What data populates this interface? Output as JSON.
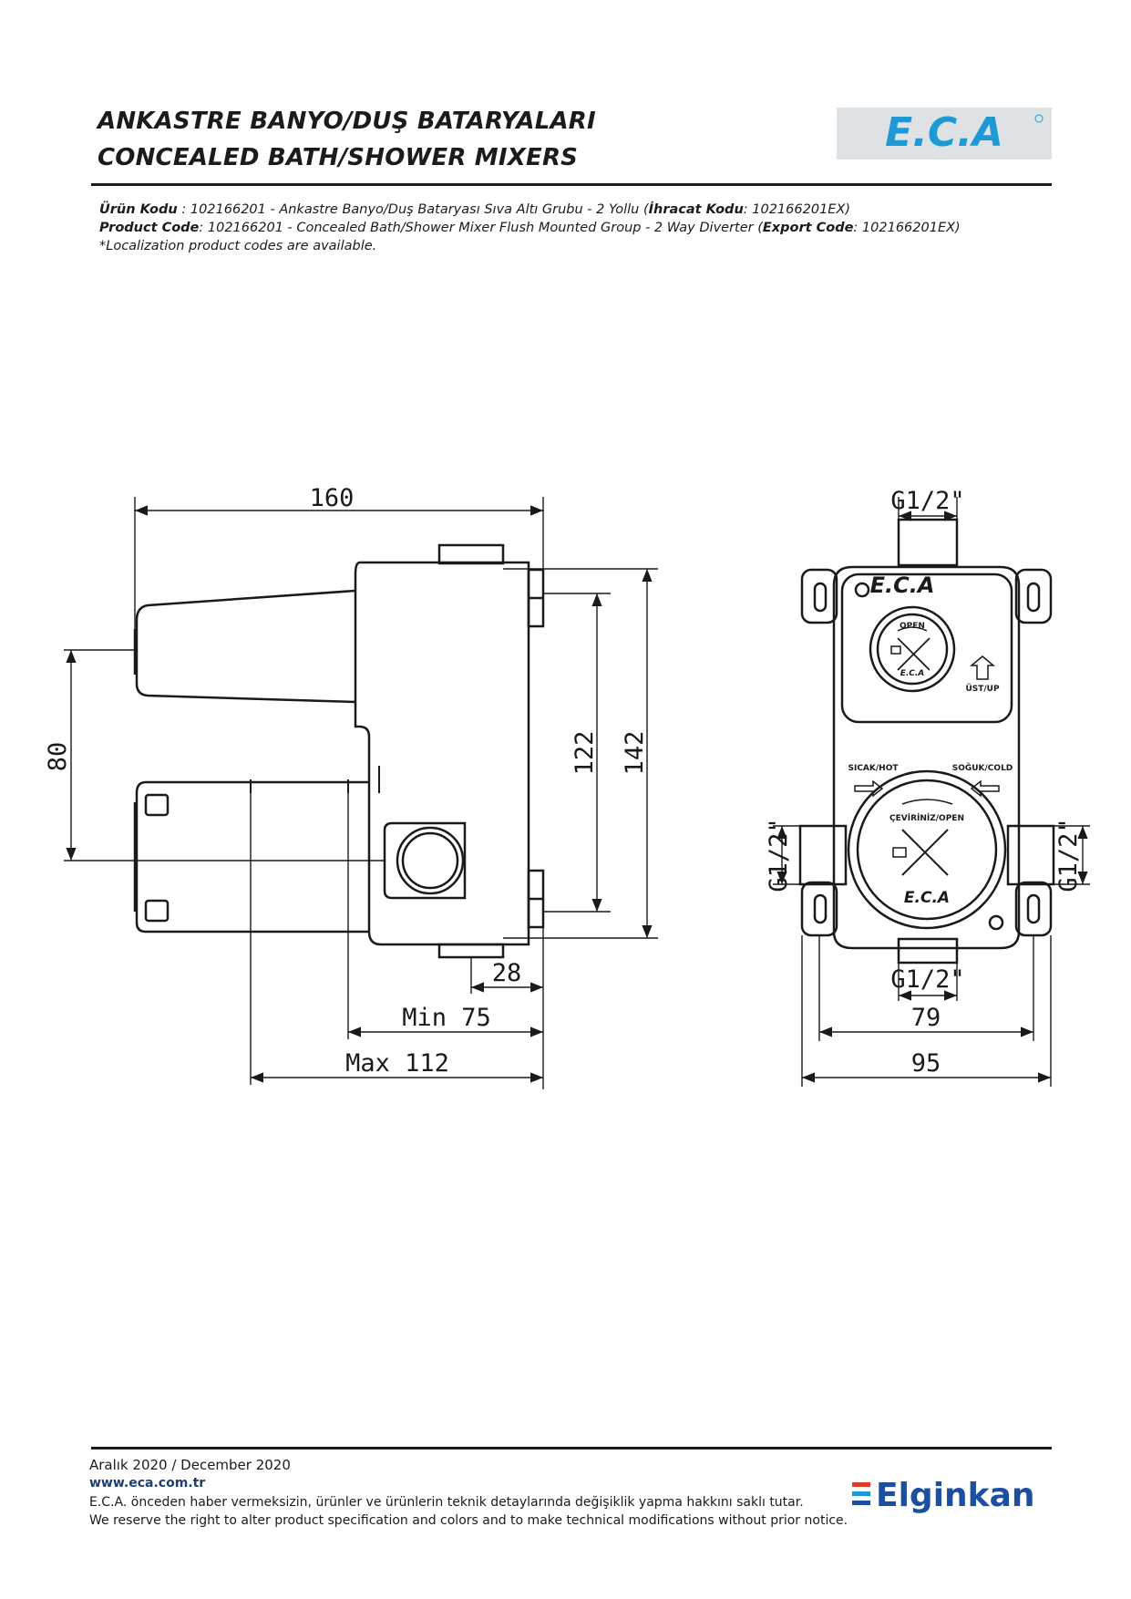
{
  "header": {
    "title_tr": "ANKASTRE BANYO/DUŞ BATARYALARI",
    "title_en": "CONCEALED BATH/SHOWER MIXERS",
    "brand": "E.C.A"
  },
  "product": {
    "tr_label": "Ürün Kodu",
    "tr_text_a": "      : 102166201 - Ankastre Banyo/Duş Bataryası Sıva Altı Grubu - 2 Yollu (",
    "tr_export_label": "İhracat Kodu",
    "tr_export_value": ": 102166201EX)",
    "en_label": "Product Code",
    "en_text_a": ": 102166201 - Concealed Bath/Shower Mixer Flush Mounted Group - 2 Way Diverter (",
    "en_export_label": "Export Code",
    "en_export_value": ": 102166201EX)",
    "note": "*Localization product codes are available."
  },
  "dimensions": {
    "width": "160",
    "height_80": "80",
    "height_122": "122",
    "height_142": "142",
    "depth_28": "28",
    "min": "Min  75",
    "max": "Max  112",
    "thread_top": "G1/2\"",
    "thread_left": "G1/2\"",
    "thread_right": "G1/2\"",
    "thread_bottom": "G1/2\"",
    "width_79": "79",
    "width_95": "95"
  },
  "front_labels": {
    "brand": "E.C.A",
    "open": "OPEN",
    "up": "ÜST/UP",
    "hot": "SICAK/HOT",
    "cold": "SOĞUK/COLD",
    "turn_open": "ÇEVİRİNİZ/OPEN"
  },
  "footer": {
    "date": "Aralık 2020 / December 2020",
    "url": "www.eca.com.tr",
    "note_tr": "E.C.A. önceden haber vermeksizin, ürünler ve ürünlerin teknik detaylarında değişiklik yapma hakkını saklı tutar.",
    "note_en": "We reserve the right to alter product specification and colors and to make technical modifications without prior notice.",
    "company": "Elginkan"
  },
  "colors": {
    "brand_blue": "#1d9ad6",
    "footer_blue": "#1f3f73",
    "elginkan_red": "#e03a2f"
  }
}
